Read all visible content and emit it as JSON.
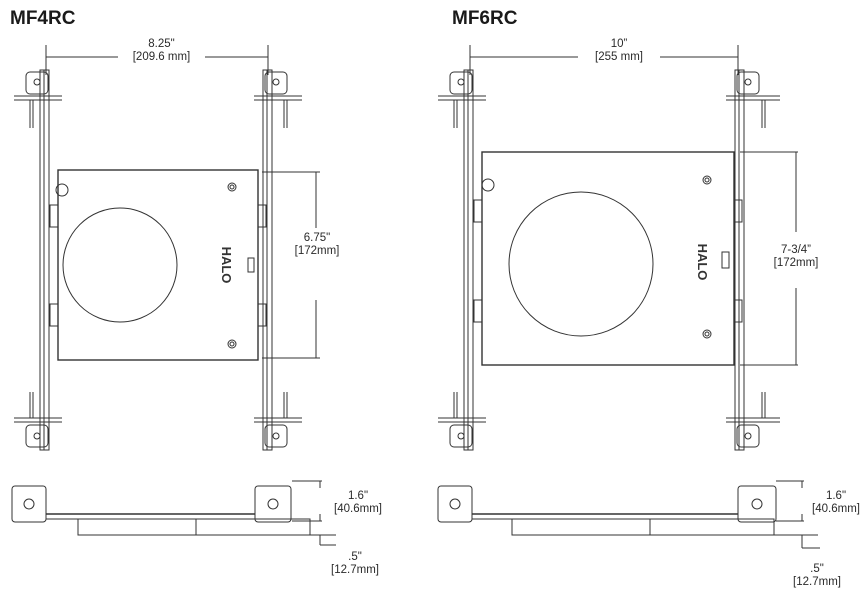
{
  "left": {
    "title": "MF4RC",
    "width_dim": {
      "in": "8.25\"",
      "mm": "[209.6 mm]"
    },
    "height_dim": {
      "in": "6.75\"",
      "mm": "[172mm]"
    },
    "depth_dim": {
      "in": "1.6\"",
      "mm": "[40.6mm]"
    },
    "offset_dim": {
      "in": ".5\"",
      "mm": "[12.7mm]"
    },
    "logo": "HALO"
  },
  "right": {
    "title": "MF6RC",
    "width_dim": {
      "in": "10”",
      "mm": "[255 mm]"
    },
    "height_dim": {
      "in": "7-3/4”",
      "mm": "[172mm]"
    },
    "depth_dim": {
      "in": "1.6\"",
      "mm": "[40.6mm]"
    },
    "offset_dim": {
      "in": ".5\"",
      "mm": "[12.7mm]"
    },
    "logo": "HALO"
  }
}
